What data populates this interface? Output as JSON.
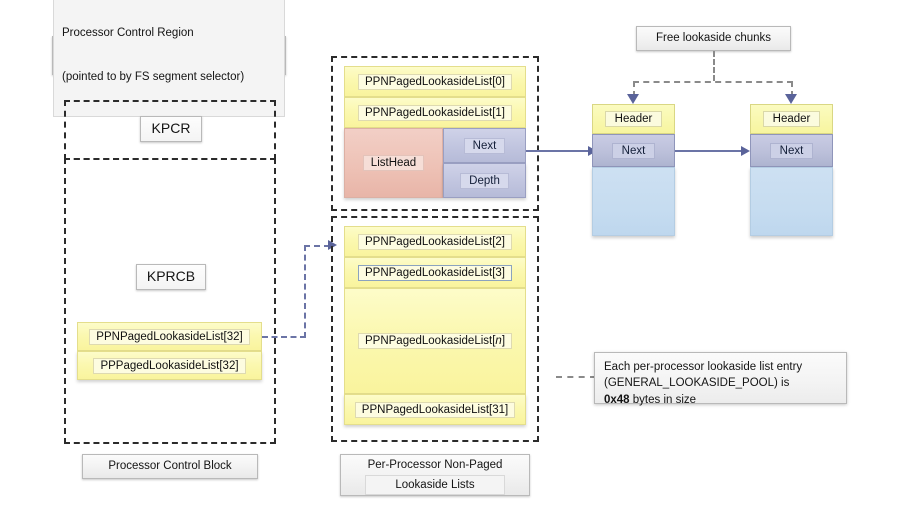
{
  "diagram": {
    "title_note_top": "Free lookaside chunks",
    "pcr": {
      "header_line1": "Processor Control Region",
      "header_line2": "(pointed to by FS segment selector)",
      "kpcr_label": "KPCR",
      "kprcb_label": "KPRCB",
      "kprcb_entries": [
        "PPNPagedLookasideList[32]",
        "PPPagedLookasideList[32]"
      ],
      "footer_label": "Processor Control Block"
    },
    "lookaside_column": {
      "rows_top": [
        "PPNPagedLookasideList[0]",
        "PPNPagedLookasideList[1]"
      ],
      "listhead_label": "ListHead",
      "next_label": "Next",
      "depth_label": "Depth",
      "rows_bottom": [
        "PPNPagedLookasideList[2]",
        "PPNPagedLookasideList[3]",
        "PPNPagedLookasideList[",
        "PPNPagedLookasideList[31]"
      ],
      "n_italic": "n",
      "n_close": "]",
      "footer_line1": "Per-Processor Non-Paged",
      "footer_line2": "Lookaside Lists"
    },
    "chunks": [
      {
        "header": "Header",
        "next": "Next"
      },
      {
        "header": "Header",
        "next": "Next"
      }
    ],
    "size_note": {
      "line1": "Each per-processor lookaside list entry",
      "line2a": "(GENERAL_LOOKASIDE_POOL) is",
      "line3_bold": "0x48",
      "line3_rest": " bytes in size"
    },
    "colors": {
      "yellow": "#fbf8b0",
      "pink": "#eec2b6",
      "blue": "#c2c6e0",
      "chunk_body": "#c6dcf0",
      "connector": "#6b74a6",
      "dashed_border": "#2b2b2b"
    }
  }
}
